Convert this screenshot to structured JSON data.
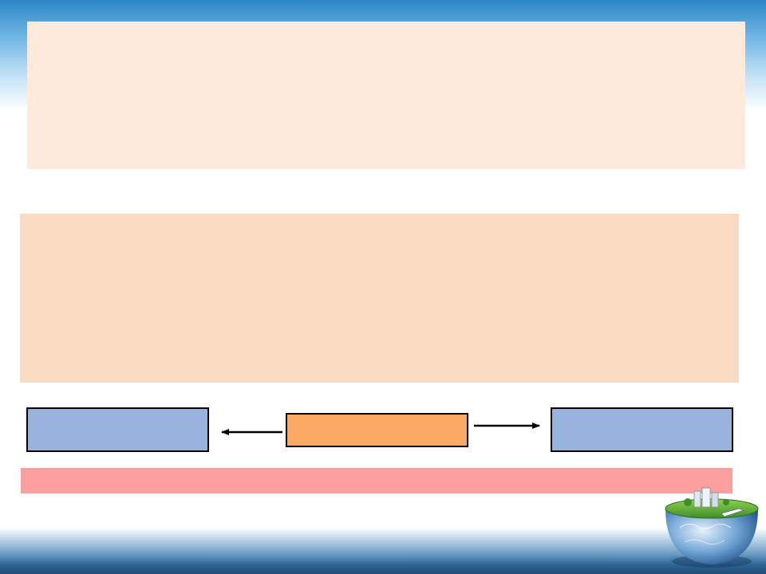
{
  "diagram": {
    "nodes": {
      "left": "",
      "center": "",
      "right": ""
    },
    "edges": [
      {
        "from": "center",
        "to": "left"
      },
      {
        "from": "center",
        "to": "right"
      }
    ]
  },
  "colors": {
    "panel_top": "#fdeadb",
    "panel_middle": "#fbdbc2",
    "node_side": "#98b4dc",
    "node_center": "#fbaa66",
    "bar_pink": "#fb9f9f"
  },
  "decoration": {
    "icon": "globe-island-icon"
  }
}
